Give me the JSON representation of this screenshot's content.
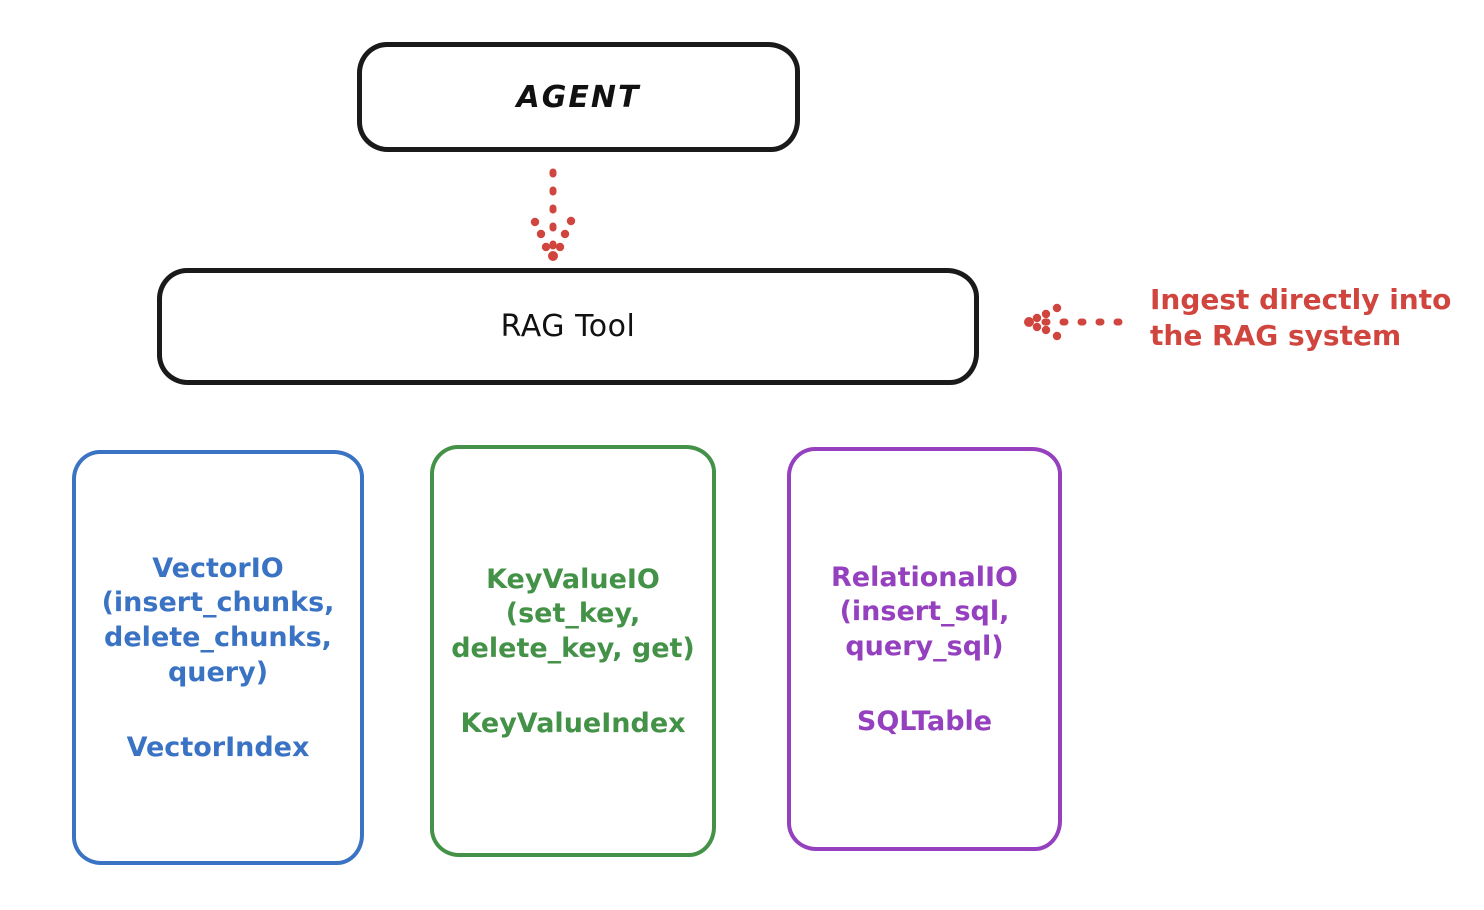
{
  "colors": {
    "dark": "#1a1a1a",
    "blue": "#3b73c4",
    "green": "#439247",
    "purple": "#9540bf",
    "red": "#d0453e",
    "background": "#ffffff"
  },
  "nodes": {
    "agent": {
      "label": "AGENT"
    },
    "rag_tool": {
      "label": "RAG Tool"
    },
    "vector": {
      "api": "VectorIO\n(insert_chunks,\ndelete_chunks,\nquery)",
      "index": "VectorIndex",
      "color": "#3b73c4"
    },
    "keyvalue": {
      "api": "KeyValueIO\n(set_key,\ndelete_key, get)",
      "index": "KeyValueIndex",
      "color": "#439247"
    },
    "relational": {
      "api": "RelationalIO\n(insert_sql,\nquery_sql)",
      "index": "SQLTable",
      "color": "#9540bf"
    }
  },
  "annotations": {
    "ingest": {
      "text": "Ingest directly into\nthe RAG system",
      "color": "#d0453e"
    }
  },
  "connectors": {
    "agent_to_rag": {
      "style": "dotted",
      "direction": "down",
      "color": "#d0453e"
    },
    "ingest_to_rag": {
      "style": "dotted",
      "direction": "left",
      "color": "#d0453e"
    }
  }
}
